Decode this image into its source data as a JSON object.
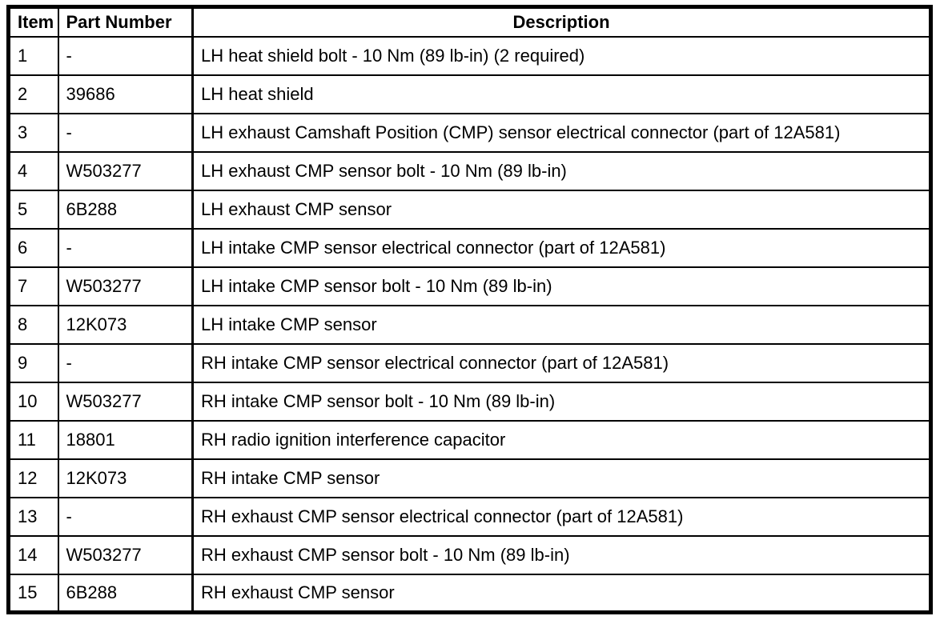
{
  "table": {
    "columns": [
      {
        "key": "item",
        "label": "Item"
      },
      {
        "key": "part_number",
        "label": "Part Number"
      },
      {
        "key": "description",
        "label": "Description"
      }
    ],
    "rows": [
      {
        "item": "1",
        "part_number": "-",
        "description": "LH heat shield bolt - 10 Nm (89 lb-in) (2 required)"
      },
      {
        "item": "2",
        "part_number": "39686",
        "description": "LH heat shield"
      },
      {
        "item": "3",
        "part_number": "-",
        "description": "LH exhaust Camshaft Position (CMP) sensor electrical connector (part of 12A581)"
      },
      {
        "item": "4",
        "part_number": "W503277",
        "description": "LH exhaust CMP sensor bolt - 10 Nm (89 lb-in)"
      },
      {
        "item": "5",
        "part_number": "6B288",
        "description": "LH exhaust CMP sensor"
      },
      {
        "item": "6",
        "part_number": "-",
        "description": "LH intake CMP sensor electrical connector (part of 12A581)"
      },
      {
        "item": "7",
        "part_number": "W503277",
        "description": "LH intake CMP sensor bolt - 10 Nm (89 lb-in)"
      },
      {
        "item": "8",
        "part_number": "12K073",
        "description": "LH intake CMP sensor"
      },
      {
        "item": "9",
        "part_number": "-",
        "description": "RH intake CMP sensor electrical connector (part of 12A581)"
      },
      {
        "item": "10",
        "part_number": "W503277",
        "description": "RH intake CMP sensor bolt - 10 Nm (89 lb-in)"
      },
      {
        "item": "11",
        "part_number": "18801",
        "description": "RH radio ignition interference capacitor"
      },
      {
        "item": "12",
        "part_number": "12K073",
        "description": "RH intake CMP sensor"
      },
      {
        "item": "13",
        "part_number": "-",
        "description": "RH exhaust CMP sensor electrical connector (part of 12A581)"
      },
      {
        "item": "14",
        "part_number": "W503277",
        "description": "RH exhaust CMP sensor bolt - 10 Nm (89 lb-in)"
      },
      {
        "item": "15",
        "part_number": "6B288",
        "description": "RH exhaust CMP sensor"
      }
    ]
  },
  "colors": {
    "border": "#000000",
    "background": "#ffffff",
    "text": "#000000"
  }
}
